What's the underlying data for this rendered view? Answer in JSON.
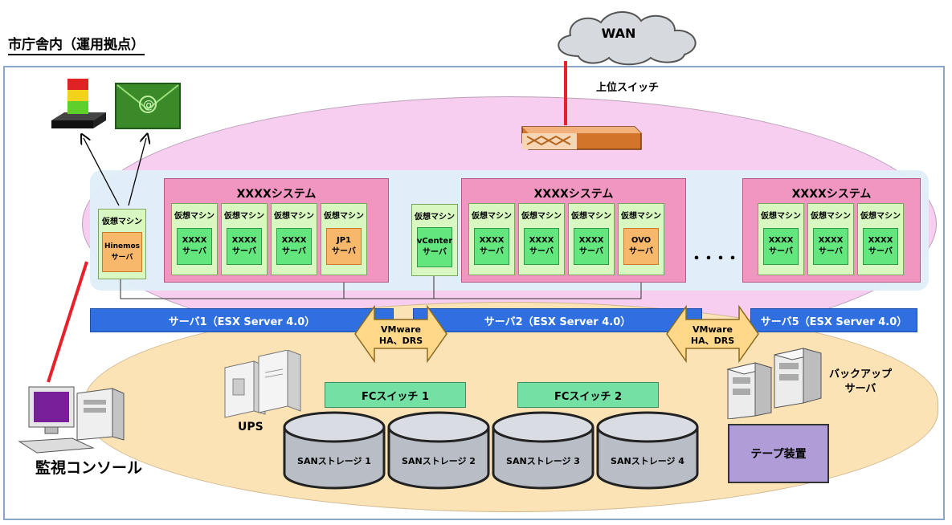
{
  "title": "市庁舎内（運用拠点）",
  "wan": {
    "label": "WAN"
  },
  "upper_switch": {
    "label": "上位スイッチ"
  },
  "systems": [
    {
      "title": "XXXXシステム",
      "vms": [
        {
          "vm_label": "仮想マシン",
          "server": "XXXX\nサーバ",
          "style": "green"
        },
        {
          "vm_label": "仮想マシン",
          "server": "XXXX\nサーバ",
          "style": "green"
        },
        {
          "vm_label": "仮想マシン",
          "server": "XXXX\nサーバ",
          "style": "green"
        },
        {
          "vm_label": "仮想マシン",
          "server": "JP1\nサーバ",
          "style": "orange"
        }
      ]
    },
    {
      "title": "XXXXシステム",
      "vms": [
        {
          "vm_label": "仮想マシン",
          "server": "XXXX\nサーバ",
          "style": "green"
        },
        {
          "vm_label": "仮想マシン",
          "server": "XXXX\nサーバ",
          "style": "green"
        },
        {
          "vm_label": "仮想マシン",
          "server": "XXXX\nサーバ",
          "style": "green"
        },
        {
          "vm_label": "仮想マシン",
          "server": "OVO\nサーバ",
          "style": "orange"
        }
      ]
    },
    {
      "title": "XXXXシステム",
      "vms": [
        {
          "vm_label": "仮想マシン",
          "server": "XXXX\nサーバ",
          "style": "green"
        },
        {
          "vm_label": "仮想マシン",
          "server": "XXXX\nサーバ",
          "style": "green"
        },
        {
          "vm_label": "仮想マシン",
          "server": "XXXX\nサーバ",
          "style": "green"
        }
      ]
    }
  ],
  "hinemos_vm": {
    "vm_label": "仮想マシン",
    "server": "Hinemos\nサーバ"
  },
  "vcenter_vm": {
    "vm_label": "仮想マシン",
    "server": "vCenter\nサーバ"
  },
  "ellipsis": "・・・・・",
  "esx": [
    {
      "label": "サーバ1（ESX Server 4.0）"
    },
    {
      "label": "サーバ2（ESX Server 4.0）"
    },
    {
      "label": "サーバ5（ESX Server 4.0）"
    }
  ],
  "vmware_arrows": [
    {
      "line1": "VMware",
      "line2": "HA、DRS"
    },
    {
      "line1": "VMware",
      "line2": "HA、DRS"
    }
  ],
  "fc_switches": [
    {
      "label": "FCスイッチ 1"
    },
    {
      "label": "FCスイッチ 2"
    }
  ],
  "storage": [
    {
      "label": "SANストレージ 1"
    },
    {
      "label": "SANストレージ 2"
    },
    {
      "label": "SANストレージ 3"
    },
    {
      "label": "SANストレージ 4"
    }
  ],
  "ups": {
    "label": "UPS"
  },
  "backup": {
    "label": "バックアップ\nサーバ"
  },
  "tape": {
    "label": "テープ装置"
  },
  "console": {
    "label": "監視コンソール"
  },
  "colors": {
    "pink": "#f7cdf0",
    "peach": "#fbe3b6",
    "system": "#f196c0",
    "vm": "#d9f7c0",
    "server_green": "#63e67d",
    "server_orange": "#f7b86c",
    "esx": "#2f6fe0",
    "fc": "#74e0a4",
    "tape": "#b09cd6",
    "red_link": "#e8202a"
  }
}
